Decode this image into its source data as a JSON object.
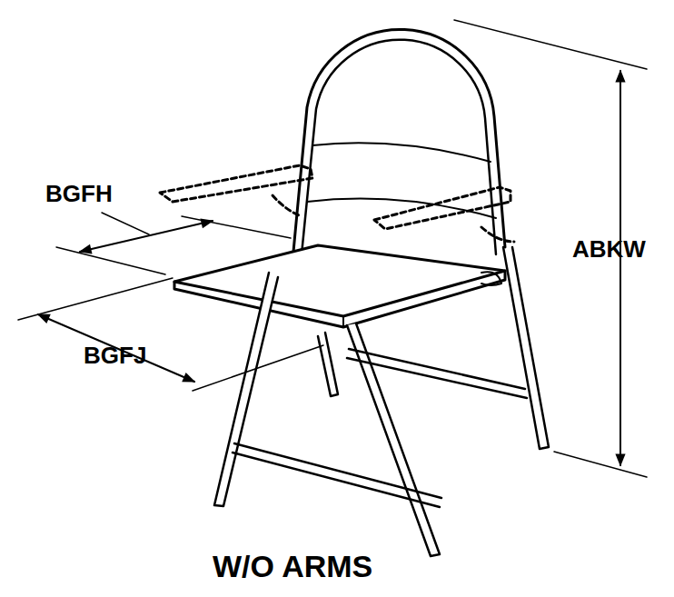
{
  "diagram": {
    "caption": "W/O ARMS",
    "labels": [
      "BGFH",
      "BGFJ",
      "ABKW"
    ]
  }
}
